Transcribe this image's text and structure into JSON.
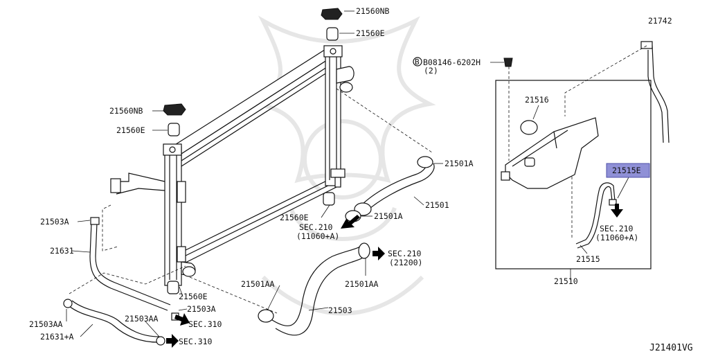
{
  "diagram_code": "J21401VG",
  "parts": {
    "cap_nb_top": "21560NB",
    "cushion_e_top": "21560E",
    "bolt": "B08146-6202H",
    "bolt_qty": "(2)",
    "cap_nb_left": "21560NB",
    "cushion_e_left": "21560E",
    "cushion_e_mid": "21560E",
    "cushion_e_bottom": "21560E",
    "reservoir_cap": "21516",
    "hose_21742": "21742",
    "clamp_21501a_top": "21501A",
    "hose_21501": "21501",
    "clamp_21501a_bottom": "21501A",
    "hose_21515e": "21515E",
    "hose_21515": "21515",
    "reservoir_assy": "21510",
    "clamp_21503a_left": "21503A",
    "hose_21631": "21631",
    "clamp_21501aa_right": "21501AA",
    "clamp_21501aa_left": "21501AA",
    "hose_21503": "21503",
    "clamp_21503a_bottom": "21503A",
    "clamp_21503aa_left": "21503AA",
    "clamp_21503aa_mid": "21503AA",
    "hose_21631a": "21631+A"
  },
  "sections": {
    "sec210_top_label": "SEC.210",
    "sec210_top_ref": "(11060+A)",
    "sec210_mid_label": "SEC.210",
    "sec210_mid_ref": "(21200)",
    "sec210_right_label": "SEC.210",
    "sec210_right_ref": "(11060+A)",
    "sec310_a": "SEC.310",
    "sec310_b": "SEC.310"
  },
  "highlight": {
    "part": "21515E",
    "color": "#8f90d6"
  }
}
